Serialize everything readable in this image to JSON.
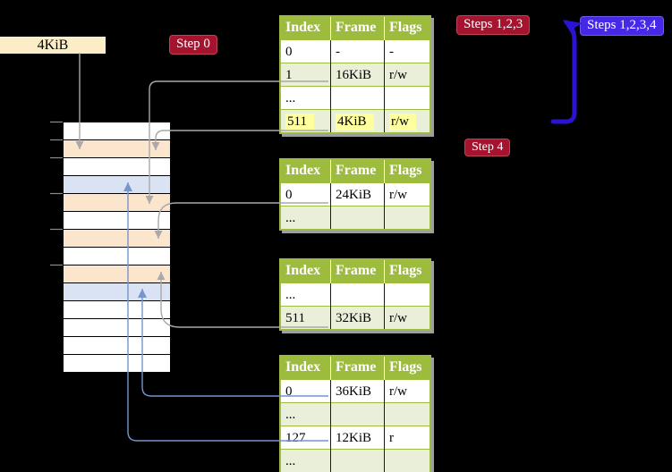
{
  "title": "4-level page table translation diagram",
  "frame_label": {
    "text": "4KiB"
  },
  "badges": {
    "step0": {
      "text": "Step 0"
    },
    "steps123": {
      "text": "Steps 1,2,3"
    },
    "steps1234": {
      "text": "Steps 1,2,3,4"
    },
    "step4": {
      "text": "Step 4"
    }
  },
  "memory_strip": {
    "rows": [
      "white",
      "peach",
      "white",
      "blue",
      "peach",
      "white",
      "peach",
      "white",
      "peach",
      "blue",
      "white",
      "white",
      "white",
      "white"
    ]
  },
  "page_tables": [
    {
      "name": "page-table-top",
      "headers": [
        "Index",
        "Frame",
        "Flags"
      ],
      "rows": [
        {
          "cells": [
            "0",
            "-",
            "-"
          ],
          "highlight": false
        },
        {
          "cells": [
            "1",
            "16KiB",
            "r/w"
          ],
          "highlight": false
        },
        {
          "cells": [
            "...",
            "",
            ""
          ],
          "highlight": false
        },
        {
          "cells": [
            "511",
            "4KiB",
            "r/w"
          ],
          "highlight": true
        }
      ]
    },
    {
      "name": "page-table-second",
      "headers": [
        "Index",
        "Frame",
        "Flags"
      ],
      "rows": [
        {
          "cells": [
            "0",
            "24KiB",
            "r/w"
          ],
          "highlight": false
        },
        {
          "cells": [
            "...",
            "",
            ""
          ],
          "highlight": false
        }
      ]
    },
    {
      "name": "page-table-third",
      "headers": [
        "Index",
        "Frame",
        "Flags"
      ],
      "rows": [
        {
          "cells": [
            "...",
            "",
            ""
          ],
          "highlight": false
        },
        {
          "cells": [
            "511",
            "32KiB",
            "r/w"
          ],
          "highlight": false
        }
      ]
    },
    {
      "name": "page-table-bottom",
      "headers": [
        "Index",
        "Frame",
        "Flags"
      ],
      "rows": [
        {
          "cells": [
            "0",
            "36KiB",
            "r/w"
          ],
          "highlight": false
        },
        {
          "cells": [
            "...",
            "",
            ""
          ],
          "highlight": false
        },
        {
          "cells": [
            "127",
            "12KiB",
            "r"
          ],
          "highlight": false
        },
        {
          "cells": [
            "...",
            "",
            ""
          ],
          "highlight": false
        }
      ]
    }
  ],
  "colors": {
    "table_green": "#9dbb3d",
    "row_green": "#e9efd8",
    "cell_border": "#1a1a1a",
    "highlight_yellow": "#ffffa0",
    "strip_peach": "#fce5cd",
    "strip_blue": "#dae3f3",
    "strip_white": "#ffffff",
    "gray_line": "#a9a9a9",
    "blue_line": "#7595cd",
    "big_arrow_blue": "#2a13d4",
    "badge_red": "#a5132f",
    "badge_blue": "#4629e6",
    "label_cream": "#fbeec6",
    "shadow_gray": "#9e9e9e",
    "tick_gray": "#8a8a8a"
  }
}
